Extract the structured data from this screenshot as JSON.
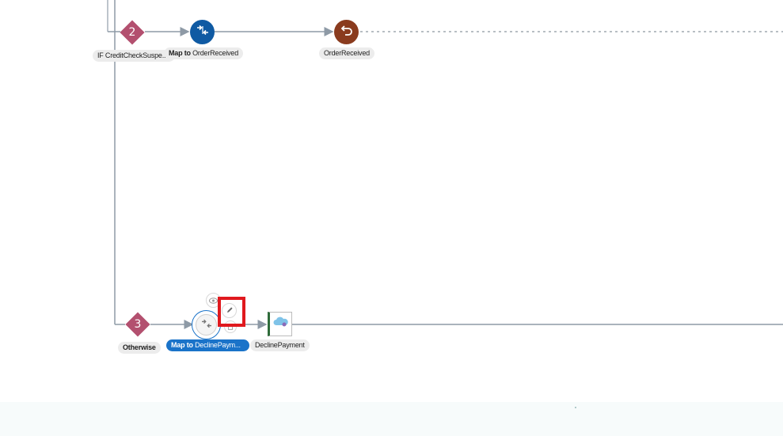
{
  "colors": {
    "wire": "#8e9aa6",
    "switch_diamond": "#b3506f",
    "map_node": "#0f5aa3",
    "return_node": "#8a3b1e",
    "selected_label": "#1a73c9",
    "highlight": "#e0191e"
  },
  "flow": {
    "branch2": {
      "case_number": "2",
      "case_label": "IF CreditCheckSuspe...",
      "map_label_prefix": "Map to",
      "map_label_target": "OrderReceived",
      "map_icon": "map-arrows-icon",
      "return_label": "OrderReceived",
      "return_icon": "return-arrow-icon"
    },
    "branch3": {
      "case_number": "3",
      "case_label": "Otherwise",
      "map_label_prefix": "Map to",
      "map_label_target": "DeclinePaym...",
      "map_icon": "map-arrows-icon",
      "invoke_label": "DeclinePayment",
      "invoke_icon": "cloud-connection-icon",
      "actions": {
        "view_icon": "eye-icon",
        "edit_icon": "pencil-icon",
        "delete_icon": "trash-icon"
      }
    }
  }
}
